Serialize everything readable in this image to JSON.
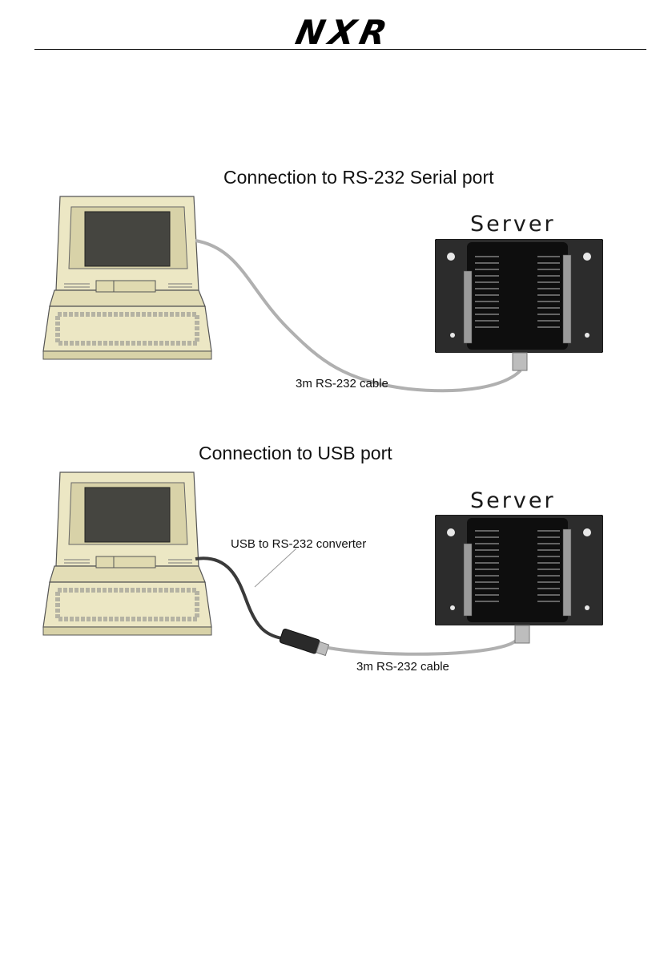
{
  "header": {
    "logo_text": "NXR"
  },
  "section_serial": {
    "heading": "Connection to RS-232 Serial port",
    "server_label": "Server",
    "cable_label": "3m RS-232 cable"
  },
  "section_usb": {
    "heading": "Connection to USB port",
    "server_label": "Server",
    "converter_label": "USB to RS-232 converter",
    "cable_label": "3m RS-232 cable"
  },
  "colors": {
    "laptop_body": "#ece7c4",
    "laptop_screen": "#454540",
    "server_plate": "#2c2c2c",
    "server_board": "#0e0e0e",
    "cable_grey": "#b0b0b0",
    "cable_dark": "#3a3a3a"
  }
}
